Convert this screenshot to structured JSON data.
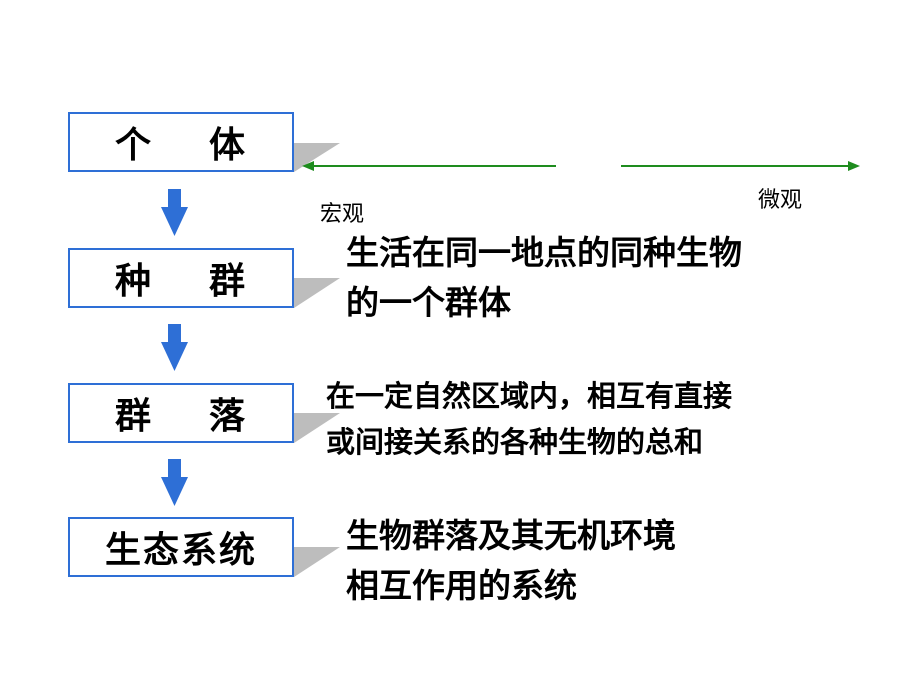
{
  "levels": [
    {
      "label": "个体",
      "chars": [
        "个",
        "体"
      ]
    },
    {
      "label": "种群",
      "chars": [
        "种",
        "群"
      ]
    },
    {
      "label": "群落",
      "chars": [
        "群",
        "落"
      ]
    },
    {
      "label": "生态系统"
    }
  ],
  "descriptions": {
    "population": [
      "生活在同一地点的同种生物",
      "的一个群体"
    ],
    "community": [
      "在一定自然区域内，相互有直接",
      "或间接关系的各种生物的总和"
    ],
    "ecosystem": [
      "生物群落及其无机环境",
      "相互作用的系统"
    ]
  },
  "scale": {
    "macro": "宏观",
    "micro": "微观"
  },
  "colors": {
    "box_border": "#2e6fd6",
    "down_arrow": "#2e6fd6",
    "scale_arrow": "#1e8c1e",
    "shadow": "#bdbdbd"
  }
}
